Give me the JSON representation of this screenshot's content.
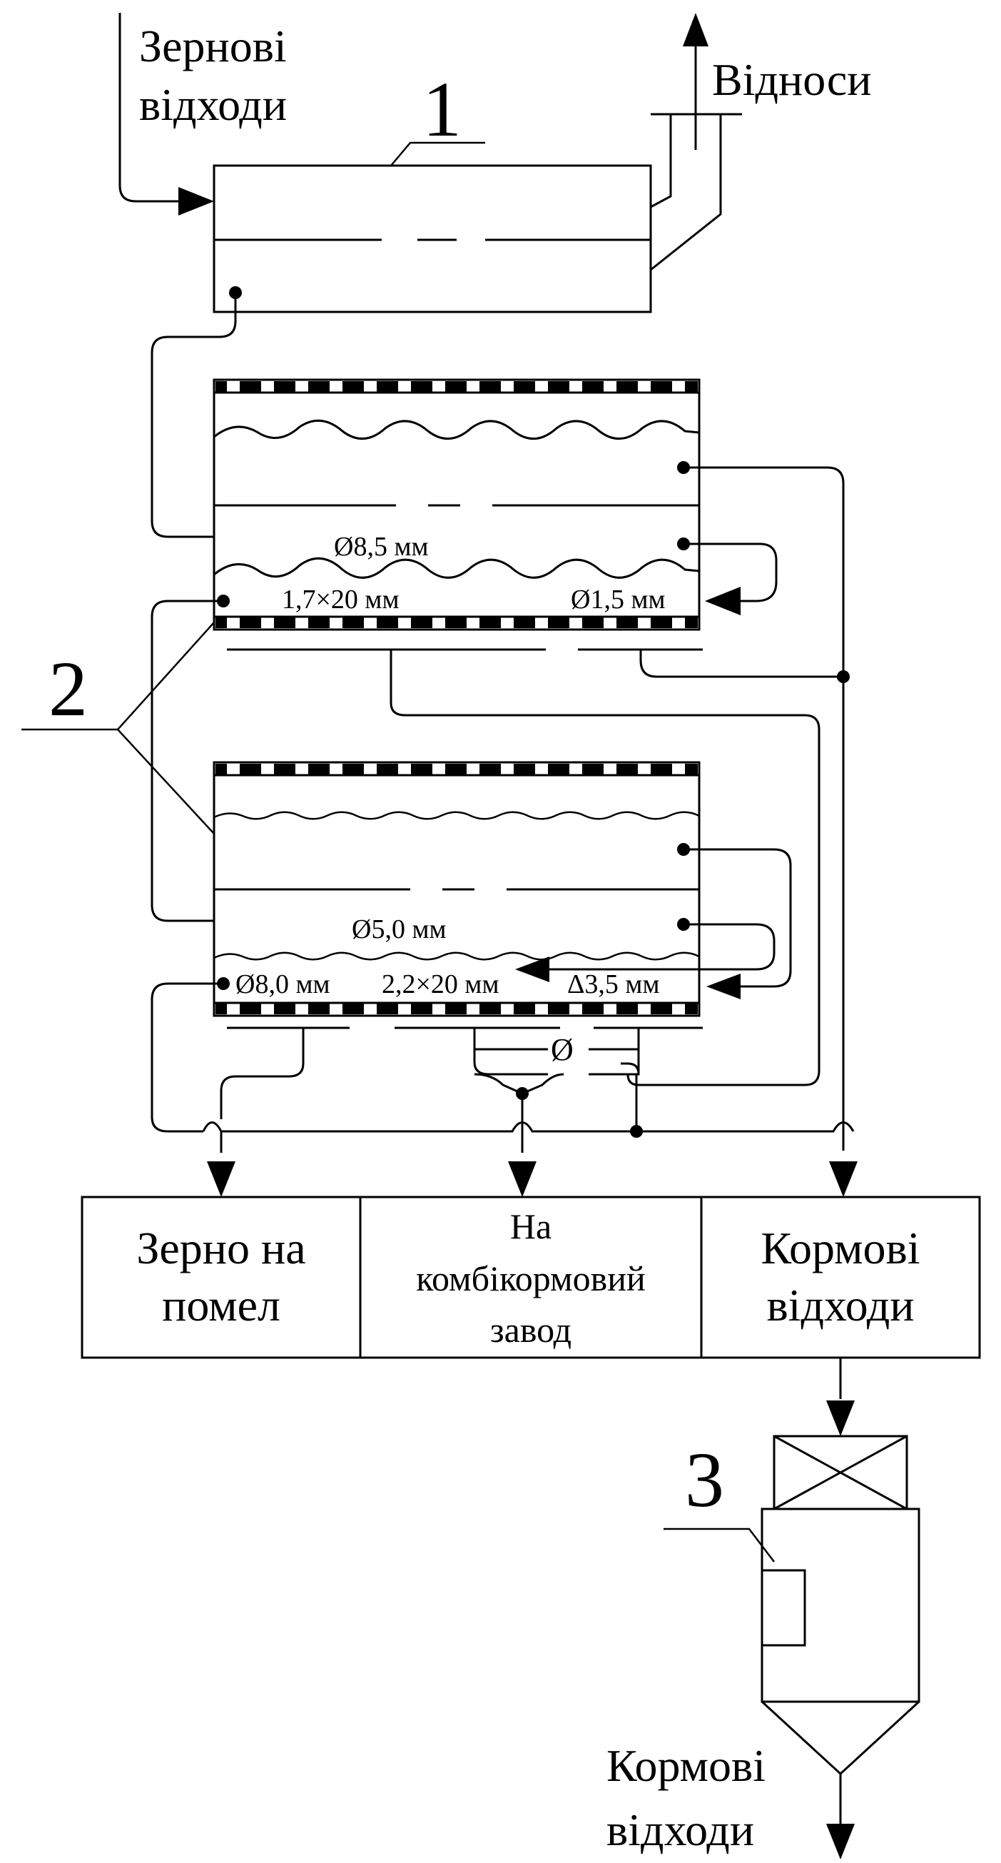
{
  "labels": {
    "grain_waste_input": [
      "Зернові",
      "відходи"
    ],
    "aspiration": "Відноси",
    "feed_waste_final": [
      "Кормові",
      "відходи"
    ]
  },
  "equipment_numbers": {
    "aspirator": "1",
    "separator": "2",
    "crusher": "3"
  },
  "sieve_labels": {
    "upper_middle": "Ø8,5 мм",
    "upper_bottom_left": "1,7×20 мм",
    "upper_bottom_right": "Ø1,5 мм",
    "lower_middle": "Ø5,0 мм",
    "lower_bottom_left": "Ø8,0 мм",
    "lower_bottom_center": "2,2×20 мм",
    "lower_bottom_right": "Δ3,5 мм"
  },
  "outputs": {
    "grain_for_milling": [
      "Зерно на",
      "помел"
    ],
    "feed_mill": [
      "На",
      "комбікормовий",
      "завод"
    ],
    "feed_waste": [
      "Кормові",
      "відходи"
    ]
  },
  "symbols": {
    "valve": "Ø"
  }
}
